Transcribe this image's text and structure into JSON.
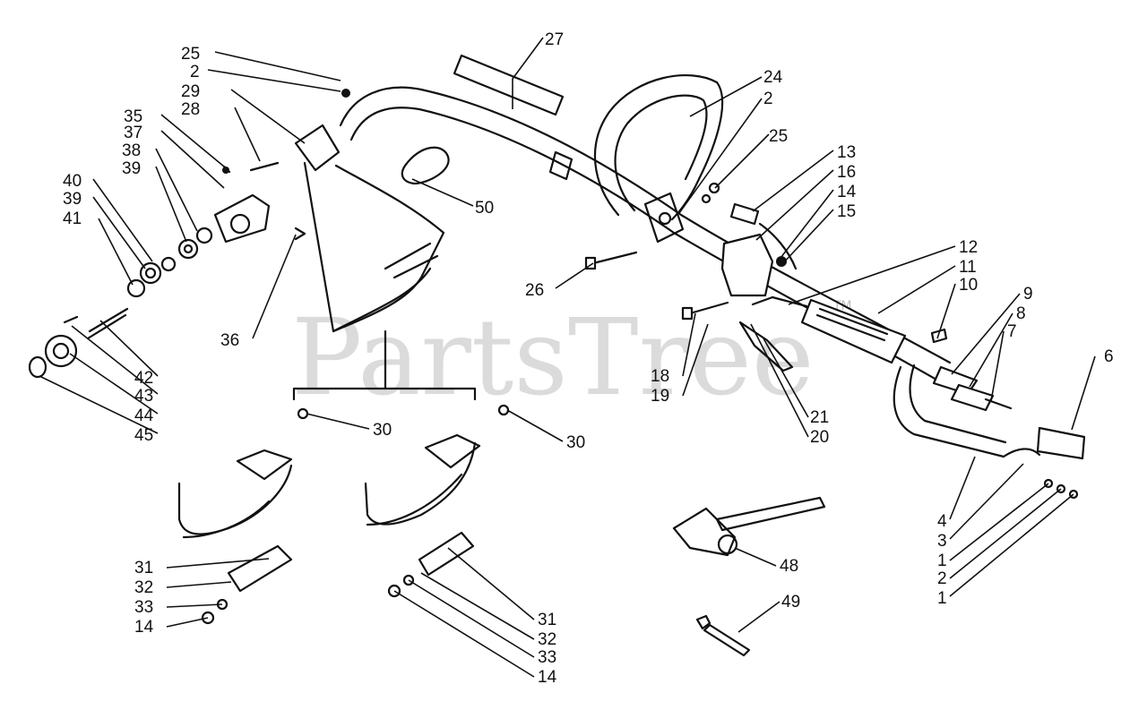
{
  "watermark": {
    "text": "PartsTree",
    "trademark": "TM"
  },
  "callouts": [
    {
      "id": "c25a",
      "text": "25"
    },
    {
      "id": "c2a",
      "text": "2"
    },
    {
      "id": "c29",
      "text": "29"
    },
    {
      "id": "c28",
      "text": "28"
    },
    {
      "id": "c35",
      "text": "35"
    },
    {
      "id": "c37",
      "text": "37"
    },
    {
      "id": "c38",
      "text": "38"
    },
    {
      "id": "c39a",
      "text": "39"
    },
    {
      "id": "c40",
      "text": "40"
    },
    {
      "id": "c39b",
      "text": "39"
    },
    {
      "id": "c41",
      "text": "41"
    },
    {
      "id": "c42",
      "text": "42"
    },
    {
      "id": "c43",
      "text": "43"
    },
    {
      "id": "c44",
      "text": "44"
    },
    {
      "id": "c45",
      "text": "45"
    },
    {
      "id": "c36",
      "text": "36"
    },
    {
      "id": "c27",
      "text": "27"
    },
    {
      "id": "c50",
      "text": "50"
    },
    {
      "id": "c24",
      "text": "24"
    },
    {
      "id": "c2b",
      "text": "2"
    },
    {
      "id": "c25b",
      "text": "25"
    },
    {
      "id": "c13",
      "text": "13"
    },
    {
      "id": "c16",
      "text": "16"
    },
    {
      "id": "c14a",
      "text": "14"
    },
    {
      "id": "c15",
      "text": "15"
    },
    {
      "id": "c26",
      "text": "26"
    },
    {
      "id": "c12",
      "text": "12"
    },
    {
      "id": "c11",
      "text": "11"
    },
    {
      "id": "c10",
      "text": "10"
    },
    {
      "id": "c9",
      "text": "9"
    },
    {
      "id": "c8",
      "text": "8"
    },
    {
      "id": "c7",
      "text": "7"
    },
    {
      "id": "c6",
      "text": "6"
    },
    {
      "id": "c18",
      "text": "18"
    },
    {
      "id": "c19",
      "text": "19"
    },
    {
      "id": "c21",
      "text": "21"
    },
    {
      "id": "c20",
      "text": "20"
    },
    {
      "id": "c30a",
      "text": "30"
    },
    {
      "id": "c30b",
      "text": "30"
    },
    {
      "id": "c31a",
      "text": "31"
    },
    {
      "id": "c32a",
      "text": "32"
    },
    {
      "id": "c33a",
      "text": "33"
    },
    {
      "id": "c14b",
      "text": "14"
    },
    {
      "id": "c31b",
      "text": "31"
    },
    {
      "id": "c32b",
      "text": "32"
    },
    {
      "id": "c33b",
      "text": "33"
    },
    {
      "id": "c14c",
      "text": "14"
    },
    {
      "id": "c48",
      "text": "48"
    },
    {
      "id": "c49",
      "text": "49"
    },
    {
      "id": "c4",
      "text": "4"
    },
    {
      "id": "c3",
      "text": "3"
    },
    {
      "id": "c1a",
      "text": "1"
    },
    {
      "id": "c2c",
      "text": "2"
    },
    {
      "id": "c1b",
      "text": "1"
    }
  ]
}
